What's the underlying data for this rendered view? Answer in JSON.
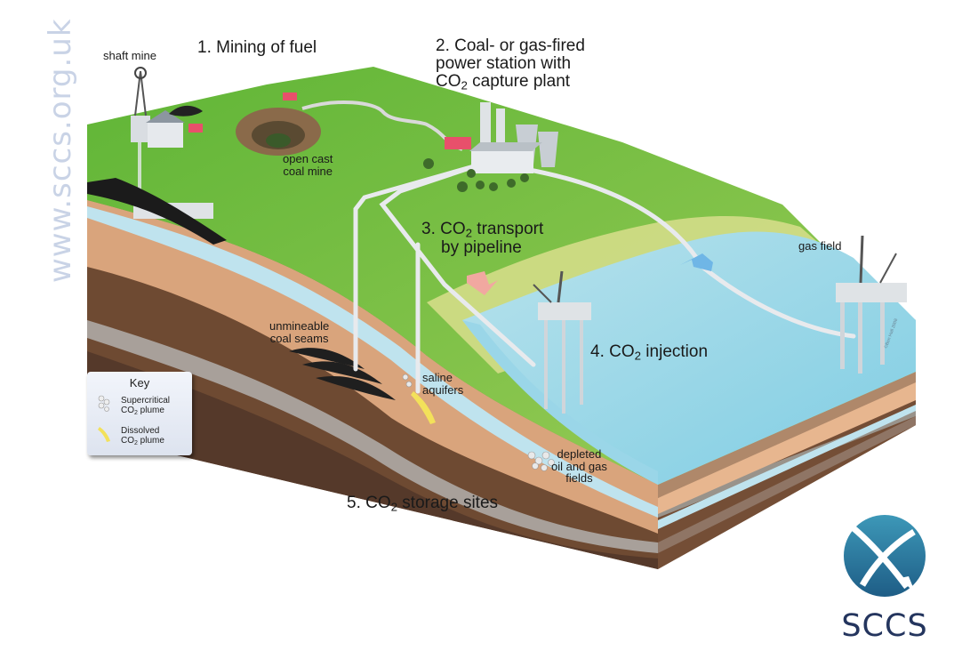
{
  "watermark": "www.sccs.org.uk",
  "labels": {
    "step1": "1. Mining of fuel",
    "step2_line1": "2. Coal- or gas-fired",
    "step2_line2": "power station with",
    "step2_line3a": "CO",
    "step2_line3sub": "2",
    "step2_line3b": " capture plant",
    "step3_line1a": "3. CO",
    "step3_line1sub": "2",
    "step3_line1b": " transport",
    "step3_line2": "by pipeline",
    "step4a": "4. CO",
    "step4sub": "2",
    "step4b": " injection",
    "step5a": "5. CO",
    "step5sub": "2",
    "step5b": " storage sites",
    "shaft_mine": "shaft mine",
    "open_cast_line1": "open cast",
    "open_cast_line2": "coal mine",
    "gas_field": "gas field",
    "unmineable_line1": "unmineable",
    "unmineable_line2": "coal seams",
    "saline_line1": "saline",
    "saline_line2": "aquifers",
    "depleted_line1": "depleted",
    "depleted_line2": "oil and gas",
    "depleted_line3": "fields"
  },
  "key": {
    "title": "Key",
    "row1_line1": "Supercritical",
    "row1_line2a": "CO",
    "row1_sub": "2",
    "row1_line2b": " plume",
    "row2_line1": "Dissolved",
    "row2_line2a": "CO",
    "row2_sub": "2",
    "row2_line2b": " plume"
  },
  "logo": {
    "text": "SCCS",
    "colors": {
      "dark": "#24355e",
      "teal": "#2f8aa8"
    }
  },
  "copyright": "©Ben Hall 2008",
  "colors": {
    "grass": "#6cbf3c",
    "sea": "#8fd3e8",
    "soil_light": "#f0c9a4",
    "soil_mid": "#d9a47c",
    "soil_dark": "#6e4a32",
    "aquifer": "#bfe3ee"
  }
}
